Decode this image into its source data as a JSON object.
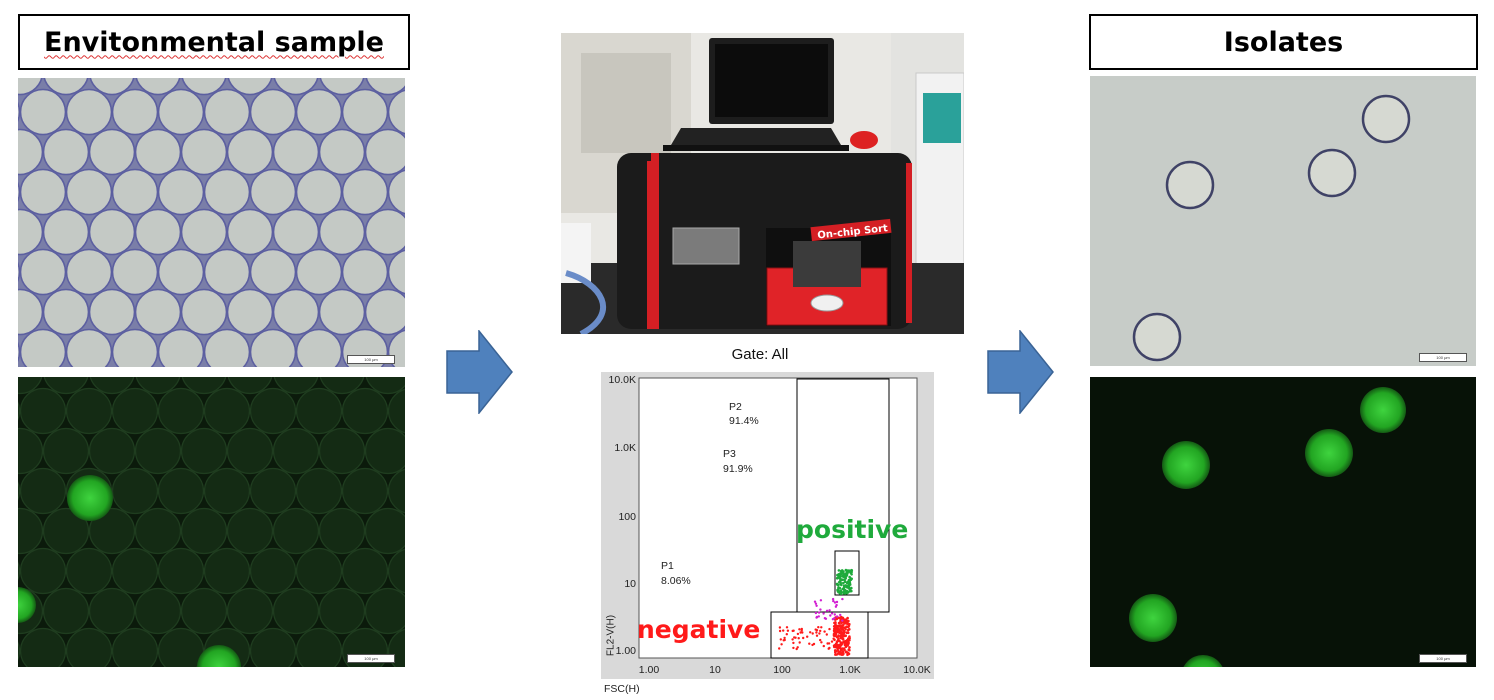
{
  "left_title": "Envitonmental sample",
  "right_title": "Isolates",
  "scale_bar_text": "100 μm",
  "device_label": "On-chip Sort",
  "gate_title": "Gate: All",
  "plot": {
    "x_axis_label": "FSC(H)",
    "y_axis_label": "FL2-V(H)",
    "x_ticks": [
      "1.00",
      "10",
      "100",
      "1.0K",
      "10.0K"
    ],
    "y_ticks": [
      "10.0K",
      "1.0K",
      "100",
      "10",
      "1.00"
    ],
    "gates": [
      {
        "name": "P2",
        "pct": "91.4%"
      },
      {
        "name": "P3",
        "pct": "91.9%"
      },
      {
        "name": "P1",
        "pct": "8.06%"
      }
    ],
    "positive_label": "positive",
    "negative_label": "negative"
  },
  "colors": {
    "arrow": "#4f81bd",
    "positive": "#1faa3c",
    "negative": "#ff1a1a",
    "intermediate": "#d21fd2"
  }
}
